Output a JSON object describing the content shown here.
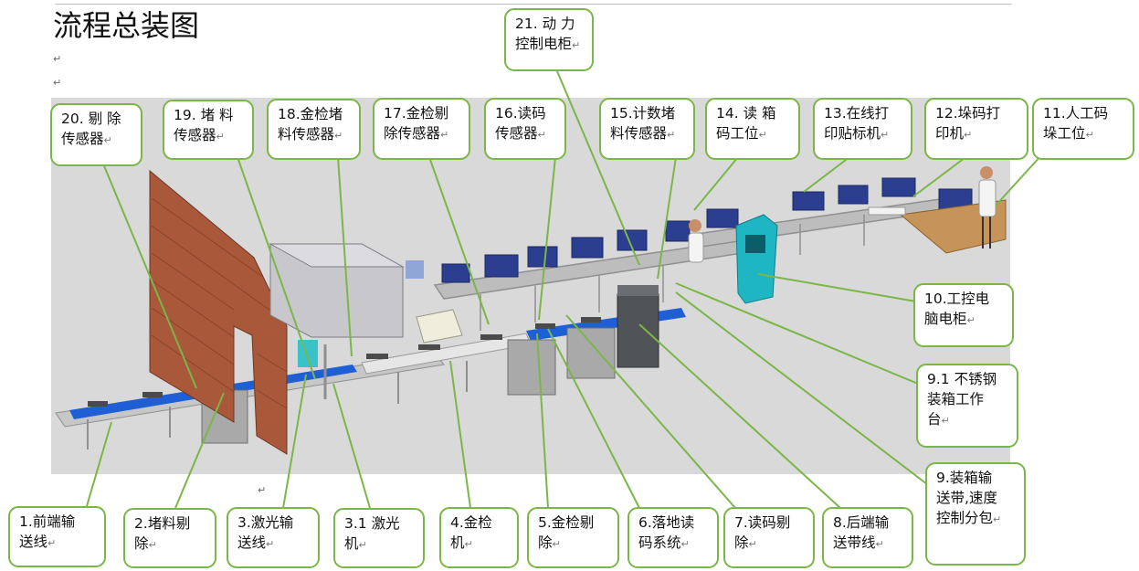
{
  "title": "流程总装图",
  "para_mark": "↵",
  "labels": {
    "l1": [
      "1.前端输",
      "送线"
    ],
    "l2": [
      "2.堵料剔",
      "除"
    ],
    "l3": [
      "3.激光输",
      "送线"
    ],
    "l31": [
      "3.1  激光",
      "机"
    ],
    "l4": [
      "4.金检",
      "机"
    ],
    "l5": [
      "5.金检剔",
      "除"
    ],
    "l6": [
      "6.落地读",
      "码系统"
    ],
    "l7": [
      "7.读码剔",
      "除"
    ],
    "l8": [
      "8.后端输",
      "送带线"
    ],
    "l9": [
      "9.装箱输",
      "送带,速度",
      "控制分包"
    ],
    "l91": [
      "9.1 不锈钢",
      "装箱工作",
      "台"
    ],
    "l10": [
      "10.工控电",
      "脑电柜"
    ],
    "l11": [
      "11.人工码",
      "垛工位"
    ],
    "l12": [
      "12.垛码打",
      "印机"
    ],
    "l13": [
      "13.在线打",
      "印贴标机"
    ],
    "l14": [
      "14. 读 箱",
      "码工位"
    ],
    "l15": [
      "15.计数堵",
      "料传感器"
    ],
    "l16": [
      "16.读码",
      "传感器"
    ],
    "l17": [
      "17.金检剔",
      "除传感器"
    ],
    "l18": [
      "18.金检堵",
      "料传感器"
    ],
    "l19": [
      "19. 堵 料",
      "传感器"
    ],
    "l20": [
      "20. 剔 除",
      "传感器"
    ],
    "l21": [
      "21. 动 力",
      "控制电柜"
    ]
  },
  "colors": {
    "callout_border": "#7ab648",
    "belt_blue": "#1f5fd6",
    "box_navy": "#2c3e8f",
    "brick": "#a9583a",
    "scene_bg": "#d9d9d9",
    "kiosk_teal": "#1fb6c4"
  }
}
